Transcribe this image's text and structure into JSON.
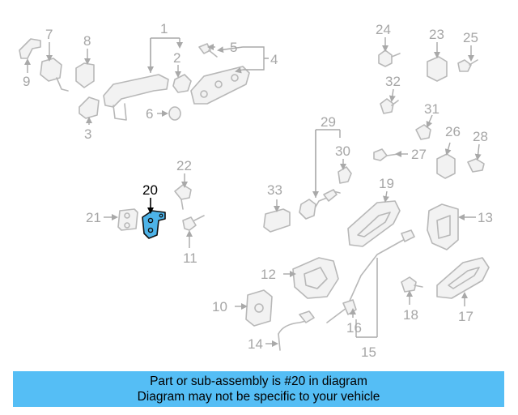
{
  "diagram": {
    "highlighted_part": "20",
    "highlight_color": "#4db3e8",
    "callouts": [
      "1",
      "2",
      "3",
      "4",
      "5",
      "6",
      "7",
      "8",
      "9",
      "10",
      "11",
      "12",
      "13",
      "14",
      "15",
      "16",
      "17",
      "18",
      "19",
      "20",
      "21",
      "22",
      "23",
      "24",
      "25",
      "26",
      "27",
      "28",
      "29",
      "30",
      "31",
      "32",
      "33"
    ]
  },
  "caption": {
    "background": "#55bef5",
    "line1": "Part or sub-assembly is #20 in diagram",
    "line2": "Diagram may not be specific to your vehicle"
  }
}
